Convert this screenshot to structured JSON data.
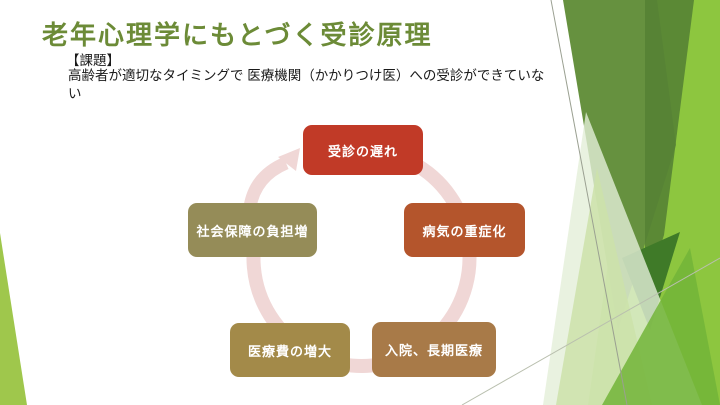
{
  "slide": {
    "title": "老年心理学にもとづく受診原理",
    "issue": {
      "label": "【課題】",
      "line1": "高齢者が適切なタイミングで 医療機関（かかりつけ医）への受診ができていな",
      "line2": "い"
    }
  },
  "cycle": {
    "type": "cycle-diagram",
    "direction": "clockwise",
    "ring_color": "#f0d7d6",
    "nodes": [
      {
        "label": "受診の遅れ",
        "color": "#c13a27"
      },
      {
        "label": "病気の重症化",
        "color": "#b4552c"
      },
      {
        "label": "入院、長期医療",
        "color": "#a87a48"
      },
      {
        "label": "医療費の増大",
        "color": "#a38a49"
      },
      {
        "label": "社会保障の負担増",
        "color": "#958c58"
      }
    ]
  },
  "theme": {
    "title_color": "#6c8b37",
    "body_color": "#1a1a1a",
    "background": "#ffffff",
    "accent_green_bright": "#8dc63f",
    "accent_green_dark": "#66913f",
    "accent_green_pale": "#e4efd8"
  }
}
